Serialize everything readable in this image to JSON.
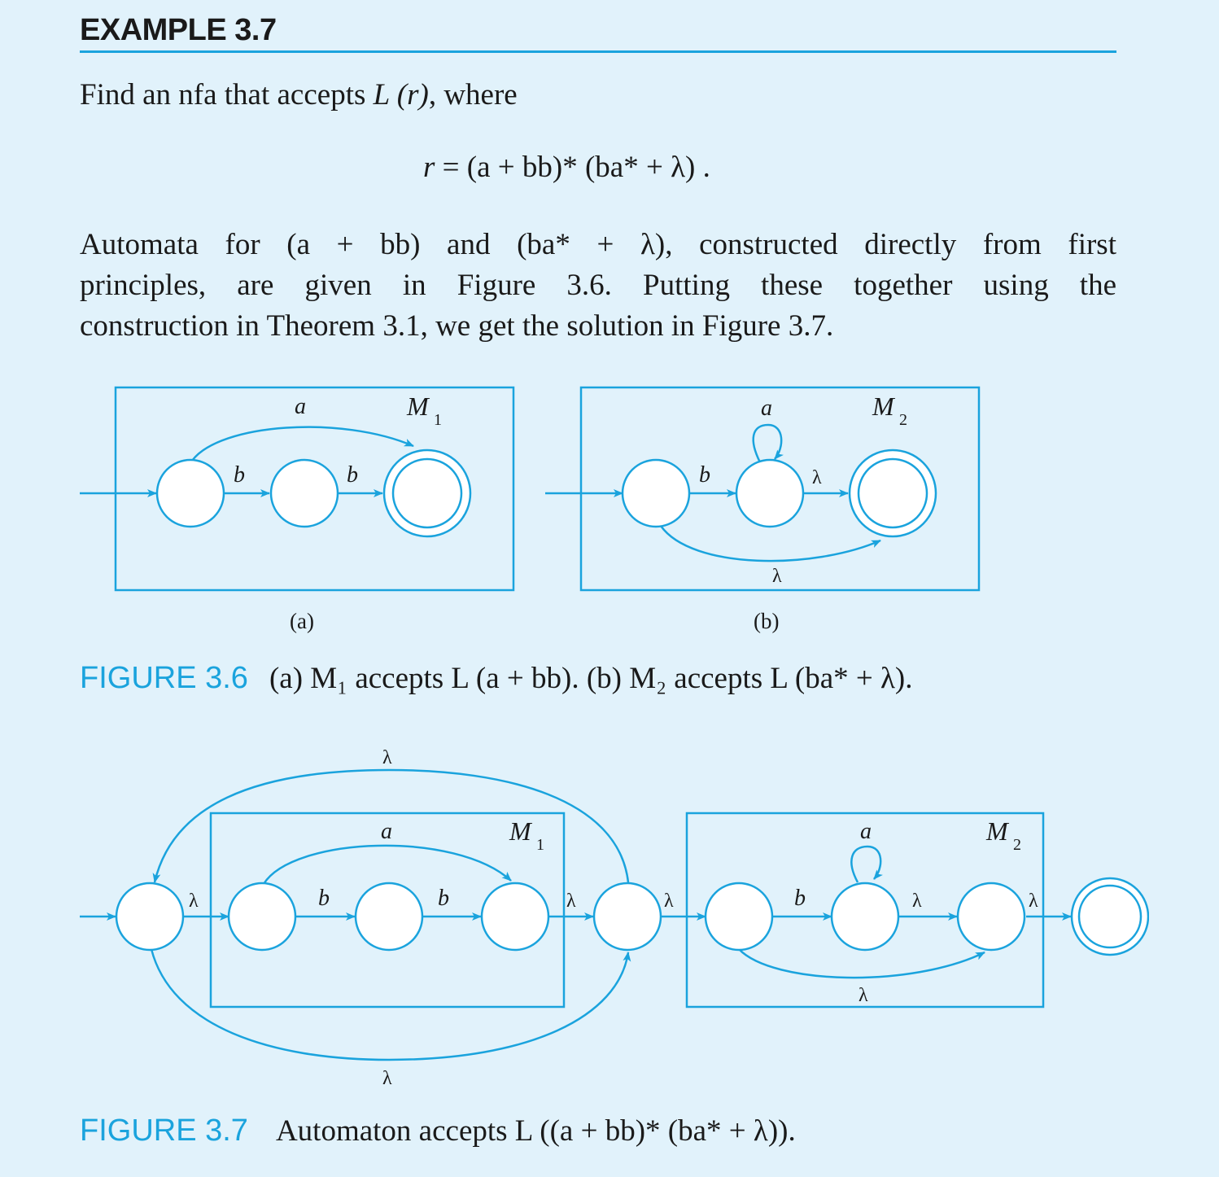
{
  "heading": "EXAMPLE 3.7",
  "intro": {
    "text": "Find an nfa that accepts",
    "expr": "L (r)",
    "tail": ", where"
  },
  "equation": {
    "lhs": "r",
    "rhs": "= (a + bb)* (ba* + λ) ."
  },
  "paragraph": {
    "line1": "Automata for (a + bb) and (ba* + λ), constructed directly from first",
    "line2": "principles, are given in Figure 3.6. Putting these together using the",
    "line3": "construction in Theorem 3.1, we get the solution in Figure 3.7."
  },
  "figure36": {
    "panel_a": {
      "machine": "M",
      "machine_sub": "1",
      "labels": {
        "top": "a",
        "b1": "b",
        "b2": "b"
      },
      "caption": "(a)"
    },
    "panel_b": {
      "machine": "M",
      "machine_sub": "2",
      "labels": {
        "loop": "a",
        "b": "b",
        "lambda_mid": "λ",
        "lambda_bottom": "λ"
      },
      "caption": "(b)"
    },
    "caption_label": "FIGURE 3.6",
    "caption_text": "(a) M₁ accepts L (a + bb). (b) M₂ accepts L (ba* + λ)."
  },
  "figure37": {
    "labels": {
      "lambda_top": "λ",
      "lambda_bottom": "λ",
      "lambda_1": "λ",
      "m1_a": "a",
      "m1_b1": "b",
      "m1_b2": "b",
      "lambda_2": "λ",
      "lambda_3": "λ",
      "m2_b": "b",
      "m2_loop": "a",
      "m2_lambda_mid": "λ",
      "m2_lambda_bottom": "λ",
      "lambda_4": "λ"
    },
    "m1_label": "M",
    "m1_sub": "1",
    "m2_label": "M",
    "m2_sub": "2",
    "caption_label": "FIGURE 3.7",
    "caption_text": "Automaton accepts L ((a + bb)*  (ba* + λ))."
  },
  "colors": {
    "accent": "#1aa3dd",
    "background": "#e1f2fb",
    "state_fill": "#ffffff"
  }
}
